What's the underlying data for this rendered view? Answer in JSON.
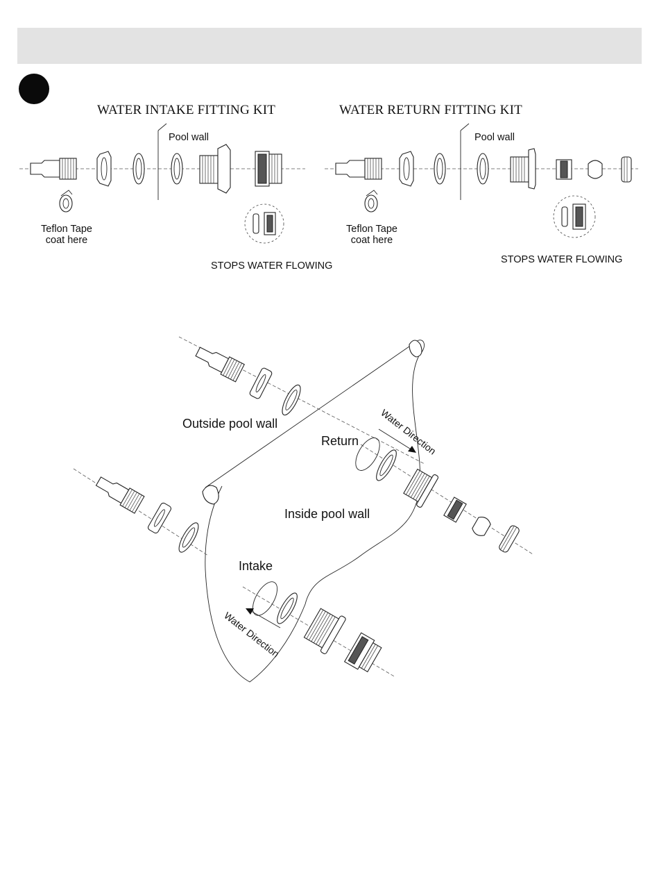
{
  "intake_kit": {
    "title": "WATER INTAKE FITTING KIT",
    "pool_wall": "Pool wall",
    "teflon_line1": "Teflon Tape",
    "teflon_line2": "coat here",
    "stops": "STOPS WATER FLOWING"
  },
  "return_kit": {
    "title": "WATER RETURN FITTING KIT",
    "pool_wall": "Pool wall",
    "teflon_line1": "Teflon Tape",
    "teflon_line2": "coat here",
    "stops": "STOPS WATER FLOWING"
  },
  "assembly": {
    "outside_wall": "Outside pool wall",
    "inside_wall": "Inside pool wall",
    "return_label": "Return",
    "intake_label": "Intake",
    "direction_return": "Water Direction",
    "direction_intake": "Water Direction"
  },
  "colors": {
    "header_band": "#e3e3e3",
    "step_dot": "#0a0a0a"
  }
}
